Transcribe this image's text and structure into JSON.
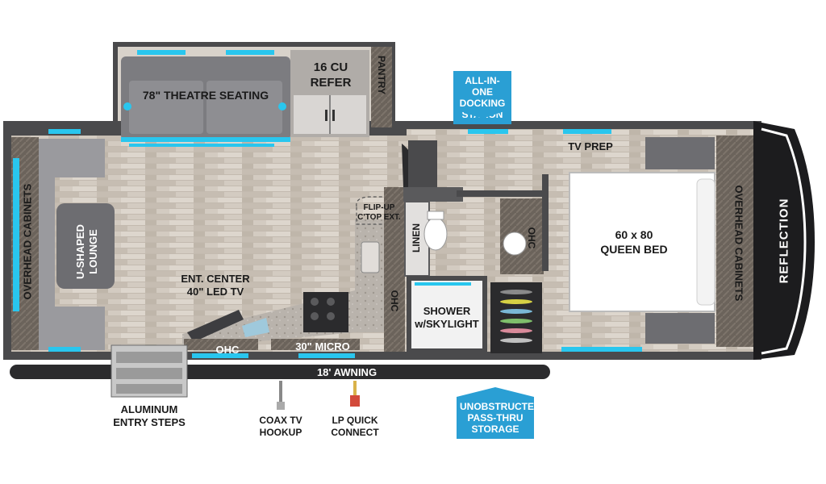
{
  "labels": {
    "theatre_seating": "78\" THEATRE SEATING",
    "refer": "16 CU\nREFER",
    "pantry": "PANTRY",
    "docking_station": "ALL-IN-ONE\nDOCKING\nSTATION",
    "tv_prep": "TV PREP",
    "overhead_left": "OVERHEAD CABINETS",
    "u_lounge": "U-SHAPED\nLOUNGE",
    "flip_up": "FLIP-UP\nC'TOP EXT.",
    "linen": "LINEN",
    "ohc_bath": "OHC",
    "queen_bed": "60 x 80\nQUEEN BED",
    "overhead_right": "OVERHEAD CABINETS",
    "brand": "REFLECTION",
    "ent_center": "ENT. CENTER\n40\" LED TV",
    "ohc_kitchen": "OHC",
    "shower": "SHOWER\nw/SKYLIGHT",
    "ohc_bottom": "OHC",
    "micro": "30\" MICRO",
    "awning": "18' AWNING",
    "entry_steps": "ALUMINUM\nENTRY STEPS",
    "coax": "COAX TV\nHOOKUP",
    "lp_quick": "LP QUICK\nCONNECT",
    "storage": "UNOBSTRUCTED\nPASS-THRU\nSTORAGE"
  },
  "colors": {
    "wall": "#4a4a4c",
    "floor": "#cfc7bd",
    "callout": "#2a9fd4",
    "accent_led": "#29c6ee",
    "awning": "#2b2b2d"
  }
}
